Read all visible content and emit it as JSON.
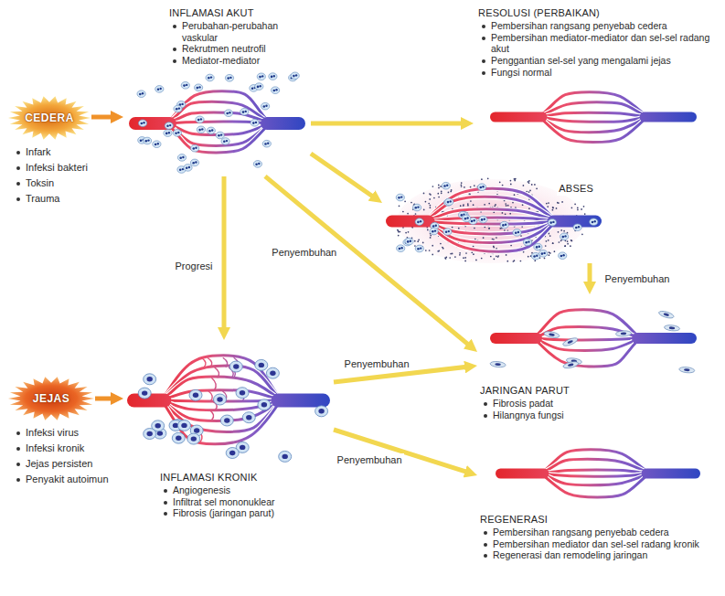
{
  "diagram": {
    "nodes": [
      {
        "text": [
          "CEDERA"
        ]
      },
      {
        "text": [
          "INFLAMASI AKUT",
          "Perubahan-perubahan vaskular",
          "Rekrutmen neutrofil",
          "Mediator-mediator"
        ]
      },
      {
        "text": [
          "RESOLUSI (PERBAIKAN)",
          "Pembersihan rangsang penyebab cedera",
          "Pembersihan mediator-mediator dan sel-sel radang akut",
          "Penggantian sel-sel yang mengalami jejas",
          "Fungsi normal"
        ]
      },
      {
        "text": [
          "ABSES"
        ]
      },
      {
        "text": [
          "JARINGAN PARUT",
          "Fibrosis padat",
          "Hilangnya fungsi"
        ]
      },
      {
        "text": [
          "JEJAS"
        ]
      },
      {
        "text": [
          "INFLAMASI KRONIK",
          "Angiogenesis",
          "Infiltrat sel mononuklear",
          "Fibrosis (jaringan parut)"
        ]
      },
      {
        "text": [
          "REGENERASI",
          "Pembersihan rangsang penyebab cedera",
          "Pembersihan mediator dan sel-sel radang kronik",
          "Regenerasi dan remodeling jaringan"
        ]
      }
    ],
    "edges": [
      {
        "from": 0,
        "to": 1,
        "arrow": "to"
      },
      {
        "from": 1,
        "to": 2,
        "arrow": "to"
      },
      {
        "from": 1,
        "to": 3,
        "arrow": "to"
      },
      {
        "from": 1,
        "to": 4,
        "label": "Penyembuhan",
        "arrow": "to"
      },
      {
        "from": 1,
        "to": 6,
        "label": "Progresi",
        "arrow": "to"
      },
      {
        "from": 3,
        "to": 4,
        "label": "Penyembuhan",
        "arrow": "to"
      },
      {
        "from": 5,
        "to": 6,
        "arrow": "to"
      },
      {
        "from": 6,
        "to": 4,
        "label": "Penyembuhan",
        "arrow": "to"
      },
      {
        "from": 6,
        "to": 7,
        "label": "Penyembuhan",
        "arrow": "to"
      }
    ],
    "labels": [
      "Infark",
      "Infeksi bakteri",
      "Toksin",
      "Trauma",
      "Infeksi virus",
      "Infeksi kronik",
      "Jejas persisten",
      "Penyakit autoimun"
    ]
  }
}
